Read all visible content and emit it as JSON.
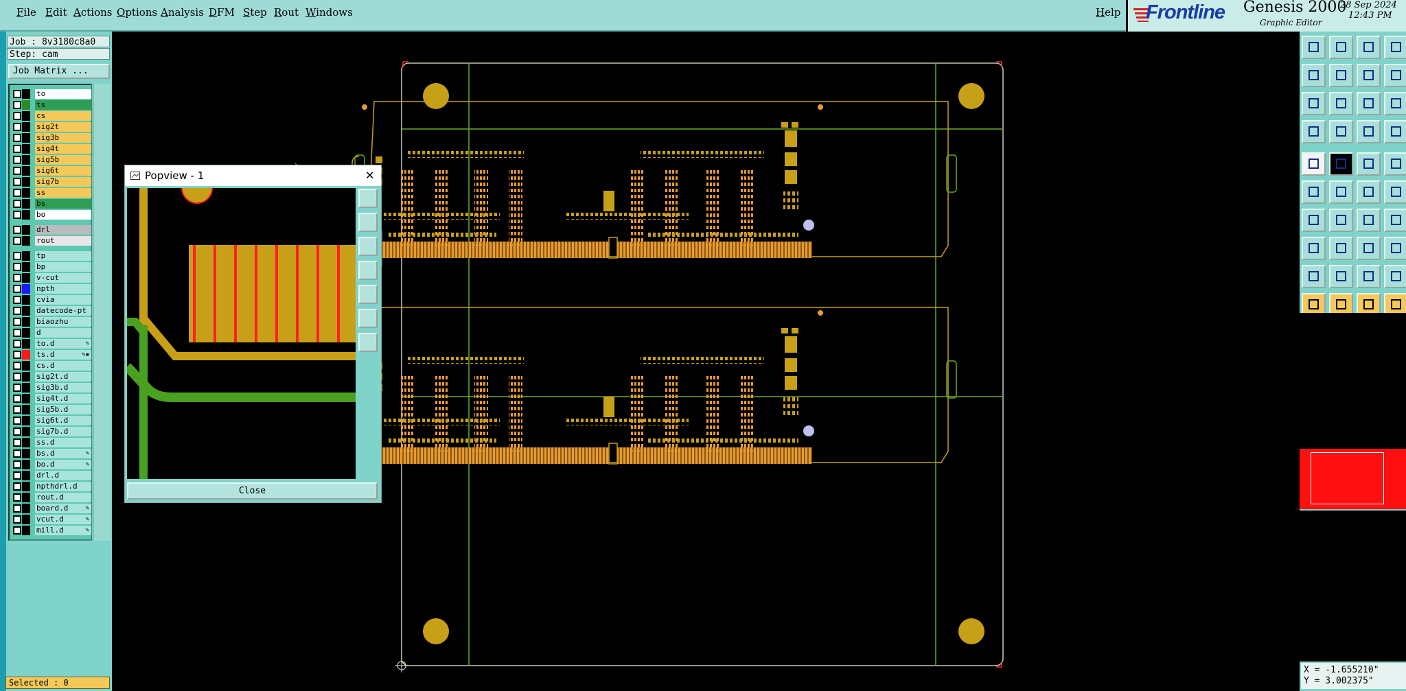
{
  "menu": {
    "items": [
      "File",
      "Edit",
      "Actions",
      "Options",
      "Analysis",
      "DFM",
      "Step",
      "Rout",
      "Windows"
    ],
    "help": "Help"
  },
  "brand": {
    "logo": "Frontline",
    "product": "Genesis 2000",
    "subtitle": "Graphic Editor",
    "date": "28 Sep 2024",
    "time": "12:43 PM"
  },
  "job": {
    "job_label": "Job : 8v3180c8a0",
    "step_label": "Step: cam",
    "matrix_button": "Job Matrix ..."
  },
  "layers": [
    {
      "name": "to",
      "color": "#ffffff",
      "swatch": "#000000",
      "mark": ""
    },
    {
      "name": "ts",
      "color": "#2f9e54",
      "swatch": "#2a8a2a",
      "mark": ""
    },
    {
      "name": "cs",
      "color": "#f4c95a",
      "swatch": "#000000",
      "mark": ""
    },
    {
      "name": "sig2t",
      "color": "#f4c95a",
      "swatch": "#000000",
      "mark": ""
    },
    {
      "name": "sig3b",
      "color": "#f4c95a",
      "swatch": "#000000",
      "mark": ""
    },
    {
      "name": "sig4t",
      "color": "#f4c95a",
      "swatch": "#000000",
      "mark": ""
    },
    {
      "name": "sig5b",
      "color": "#f4c95a",
      "swatch": "#000000",
      "mark": ""
    },
    {
      "name": "sig6t",
      "color": "#f4c95a",
      "swatch": "#000000",
      "mark": ""
    },
    {
      "name": "sig7b",
      "color": "#f4c95a",
      "swatch": "#000000",
      "mark": ""
    },
    {
      "name": "ss",
      "color": "#f4c95a",
      "swatch": "#000000",
      "mark": ""
    },
    {
      "name": "bs",
      "color": "#2f9e54",
      "swatch": "#000000",
      "mark": ""
    },
    {
      "name": "bo",
      "color": "#ffffff",
      "swatch": "#000000",
      "mark": ""
    },
    {
      "name": "drl",
      "color": "#b8bcbc",
      "swatch": "#000000",
      "mark": ""
    },
    {
      "name": "rout",
      "color": "#e6e6e6",
      "swatch": "#000000",
      "mark": ""
    },
    {
      "name": "tp",
      "color": "#a8e4dc",
      "swatch": "#000000",
      "mark": ""
    },
    {
      "name": "bp",
      "color": "#a8e4dc",
      "swatch": "#000000",
      "mark": ""
    },
    {
      "name": "v-cut",
      "color": "#a8e4dc",
      "swatch": "#000000",
      "mark": ""
    },
    {
      "name": "npth",
      "color": "#a8e4dc",
      "swatch": "#1a1aff",
      "mark": ""
    },
    {
      "name": "cvia",
      "color": "#a8e4dc",
      "swatch": "#000000",
      "mark": ""
    },
    {
      "name": "datecode-pt",
      "color": "#a8e4dc",
      "swatch": "#000000",
      "mark": ""
    },
    {
      "name": "biaozhu",
      "color": "#a8e4dc",
      "swatch": "#000000",
      "mark": ""
    },
    {
      "name": "d",
      "color": "#a8e4dc",
      "swatch": "#000000",
      "mark": ""
    },
    {
      "name": "to.d",
      "color": "#a8e4dc",
      "swatch": "#000000",
      "mark": "✎"
    },
    {
      "name": "ts.d",
      "color": "#a8e4dc",
      "swatch": "#ff1a1a",
      "mark": "✎▪"
    },
    {
      "name": "cs.d",
      "color": "#a8e4dc",
      "swatch": "#000000",
      "mark": ""
    },
    {
      "name": "sig2t.d",
      "color": "#a8e4dc",
      "swatch": "#000000",
      "mark": ""
    },
    {
      "name": "sig3b.d",
      "color": "#a8e4dc",
      "swatch": "#000000",
      "mark": ""
    },
    {
      "name": "sig4t.d",
      "color": "#a8e4dc",
      "swatch": "#000000",
      "mark": ""
    },
    {
      "name": "sig5b.d",
      "color": "#a8e4dc",
      "swatch": "#000000",
      "mark": ""
    },
    {
      "name": "sig6t.d",
      "color": "#a8e4dc",
      "swatch": "#000000",
      "mark": ""
    },
    {
      "name": "sig7b.d",
      "color": "#a8e4dc",
      "swatch": "#000000",
      "mark": ""
    },
    {
      "name": "ss.d",
      "color": "#a8e4dc",
      "swatch": "#000000",
      "mark": ""
    },
    {
      "name": "bs.d",
      "color": "#a8e4dc",
      "swatch": "#000000",
      "mark": "✎"
    },
    {
      "name": "bo.d",
      "color": "#a8e4dc",
      "swatch": "#000000",
      "mark": "✎"
    },
    {
      "name": "drl.d",
      "color": "#a8e4dc",
      "swatch": "#000000",
      "mark": ""
    },
    {
      "name": "npthdrl.d",
      "color": "#a8e4dc",
      "swatch": "#000000",
      "mark": ""
    },
    {
      "name": "rout.d",
      "color": "#a8e4dc",
      "swatch": "#000000",
      "mark": ""
    },
    {
      "name": "board.d",
      "color": "#a8e4dc",
      "swatch": "#000000",
      "mark": "✎"
    },
    {
      "name": "vcut.d",
      "color": "#a8e4dc",
      "swatch": "#000000",
      "mark": "✎"
    },
    {
      "name": "mill.d",
      "color": "#a8e4dc",
      "swatch": "#000000",
      "mark": "✎"
    }
  ],
  "status": {
    "selected": "Selected : 0",
    "x": "X = -1.655210\"",
    "y": "Y = 3.002375\""
  },
  "popview": {
    "title": "Popview - 1",
    "close_icon": "✕",
    "close_button": "Close"
  },
  "colors": {
    "copper": "#c8a018",
    "pad": "#e89a30",
    "outline": "#6aa828",
    "trace_red": "#ff2020"
  }
}
